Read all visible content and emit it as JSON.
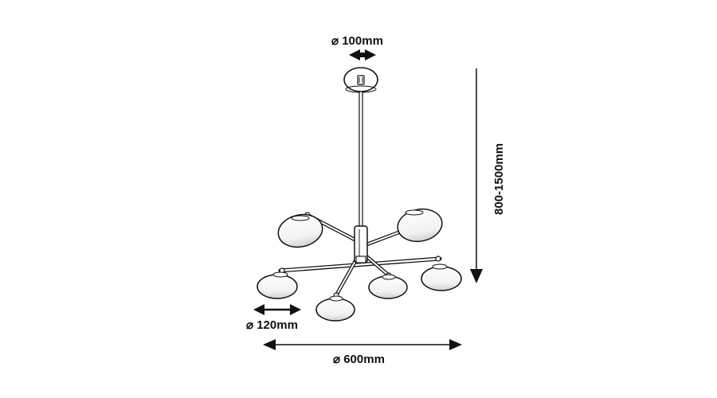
{
  "dimensions": {
    "canopy_diameter": "⌀ 100mm",
    "height_range": "800-1500mm",
    "shade_diameter": "⌀ 120mm",
    "total_diameter": "⌀ 600mm"
  },
  "colors": {
    "line": "#111111",
    "background": "#ffffff",
    "shade_fill": "#ffffff"
  }
}
